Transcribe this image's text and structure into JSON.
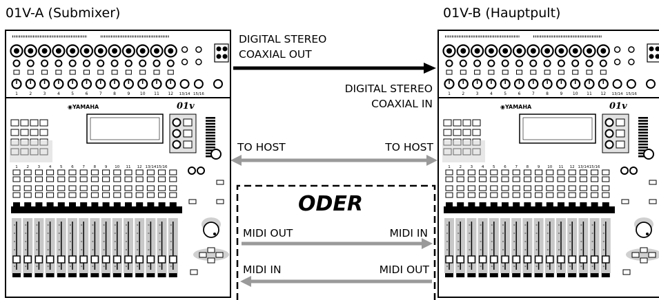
{
  "mixer_a": {
    "title": "01V-A (Submixer)",
    "brand": "YAMAHA",
    "model": "01v"
  },
  "mixer_b": {
    "title": "01V-B (Hauptpult)",
    "brand": "YAMAHA",
    "model": "01v"
  },
  "digital": {
    "out_label_line1": "DIGITAL STEREO",
    "out_label_line2": "COAXIAL OUT",
    "in_label_line1": "DIGITAL STEREO",
    "in_label_line2": "COAXIAL IN"
  },
  "host": {
    "left_label": "TO HOST",
    "right_label": "TO HOST"
  },
  "alternative": {
    "label": "ODER"
  },
  "midi": {
    "row1_left": "MIDI OUT",
    "row1_right": "MIDI IN",
    "row2_left": "MIDI IN",
    "row2_right": "MIDI OUT"
  },
  "channels": [
    "1",
    "2",
    "3",
    "4",
    "5",
    "6",
    "7",
    "8",
    "9",
    "10",
    "11",
    "12",
    "13/14",
    "15/16"
  ],
  "colors": {
    "arrow_black": "#000000",
    "arrow_gray": "#9a9a9a",
    "panel_gray": "#c8c8c8"
  }
}
